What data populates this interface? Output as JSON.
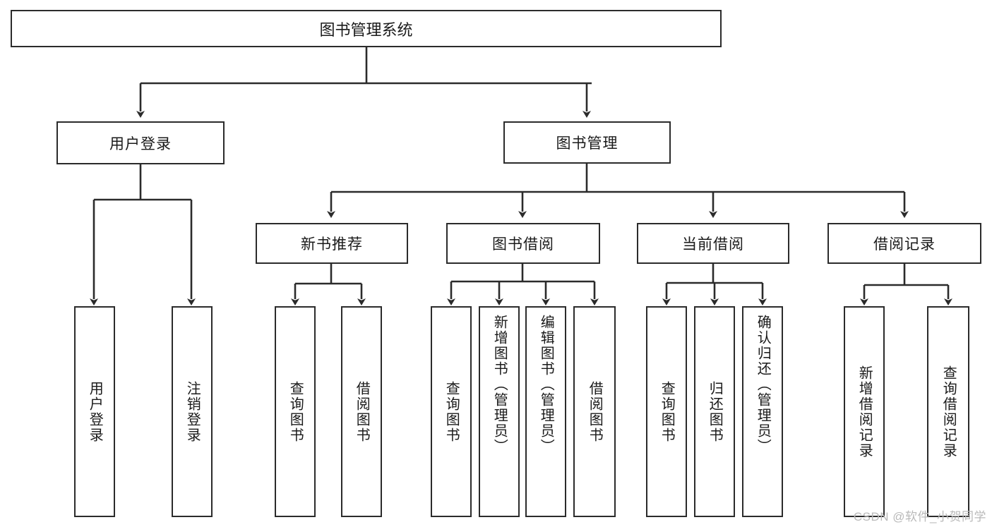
{
  "diagram": {
    "type": "tree",
    "title": "图书管理系统",
    "watermark": "CSDN @软件_小贺同学",
    "root": {
      "label": "图书管理系统"
    },
    "level1": [
      {
        "id": "user-login",
        "label": "用户登录"
      },
      {
        "id": "book-manage",
        "label": "图书管理"
      }
    ],
    "level2": [
      {
        "id": "new-book-recommend",
        "label": "新书推荐",
        "parent": "book-manage"
      },
      {
        "id": "book-borrow",
        "label": "图书借阅",
        "parent": "book-manage"
      },
      {
        "id": "current-borrow",
        "label": "当前借阅",
        "parent": "book-manage"
      },
      {
        "id": "borrow-record",
        "label": "借阅记录",
        "parent": "book-manage"
      }
    ],
    "leaves": [
      {
        "id": "leaf-user-login",
        "label": "用户登录",
        "parent": "user-login"
      },
      {
        "id": "leaf-logout",
        "label": "注销登录",
        "parent": "user-login"
      },
      {
        "id": "leaf-query-book-1",
        "label": "查询图书",
        "parent": "new-book-recommend"
      },
      {
        "id": "leaf-borrow-book-1",
        "label": "借阅图书",
        "parent": "new-book-recommend"
      },
      {
        "id": "leaf-query-book-2",
        "label": "查询图书",
        "parent": "book-borrow"
      },
      {
        "id": "leaf-add-book",
        "label": "新增图书（管理员）",
        "parent": "book-borrow"
      },
      {
        "id": "leaf-edit-book",
        "label": "编辑图书（管理员）",
        "parent": "book-borrow"
      },
      {
        "id": "leaf-borrow-book-2",
        "label": "借阅图书",
        "parent": "book-borrow"
      },
      {
        "id": "leaf-query-book-3",
        "label": "查询图书",
        "parent": "current-borrow"
      },
      {
        "id": "leaf-return-book",
        "label": "归还图书",
        "parent": "current-borrow"
      },
      {
        "id": "leaf-confirm-return",
        "label": "确认归还（管理员）",
        "parent": "current-borrow"
      },
      {
        "id": "leaf-add-record",
        "label": "新增借阅记录",
        "parent": "borrow-record"
      },
      {
        "id": "leaf-query-record",
        "label": "查询借阅记录",
        "parent": "borrow-record"
      }
    ],
    "colors": {
      "stroke": "#2b2b2b",
      "fill": "#ffffff",
      "text": "#1a1a1a",
      "watermark": "#b9b9b9"
    }
  }
}
